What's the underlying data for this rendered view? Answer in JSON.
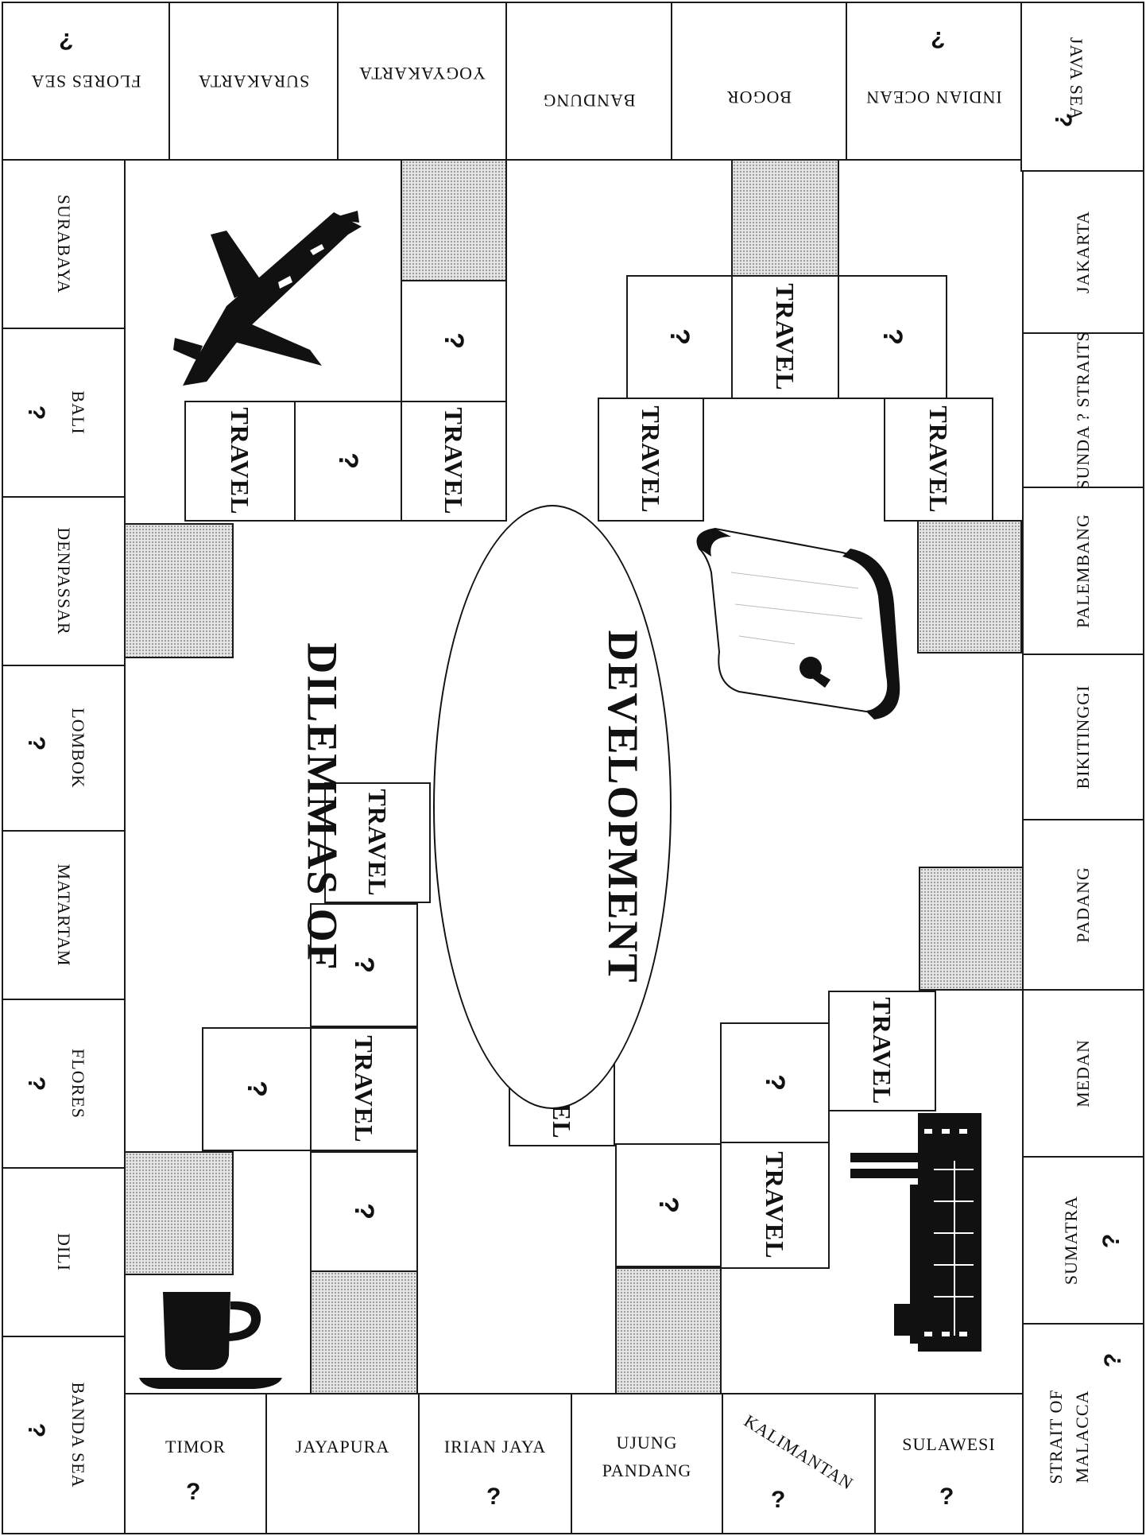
{
  "board": {
    "title_line1": "DILEMMAS    OF",
    "title_line2": "DEVELOPMENT",
    "q": "?",
    "travel": "TRAVEL"
  },
  "top_row": [
    "FLORES SEA",
    "SURAKARTA",
    "YOGYAKARTA",
    "BANDUNG",
    "BOGOR",
    "INDIAN OCEAN",
    "JAVA SEA"
  ],
  "left_col": [
    "SURABAYA",
    "BALI",
    "DENPASSAR",
    "LOMBOK",
    "MATARTAM",
    "FLORES",
    "DILI",
    "BANDA SEA"
  ],
  "right_col": [
    "JAKARTA",
    "SUNDA ? STRAITS",
    "PALEMBANG",
    "BIKITINGGI",
    "PADANG",
    "MEDAN",
    "SUMATRA"
  ],
  "bottom_row": [
    "TIMOR",
    "JAYAPURA",
    "IRIAN JAYA",
    "UJUNG PANDANG",
    "KALIMANTAN",
    "SULAWESI",
    "STRAIT OF MALACCA"
  ],
  "colors": {
    "line": "#1a1a1a",
    "shade": "#e6e6e6"
  },
  "icons": [
    "airplane-icon",
    "scroll-icon",
    "coffee-cup-icon",
    "factory-icon"
  ]
}
